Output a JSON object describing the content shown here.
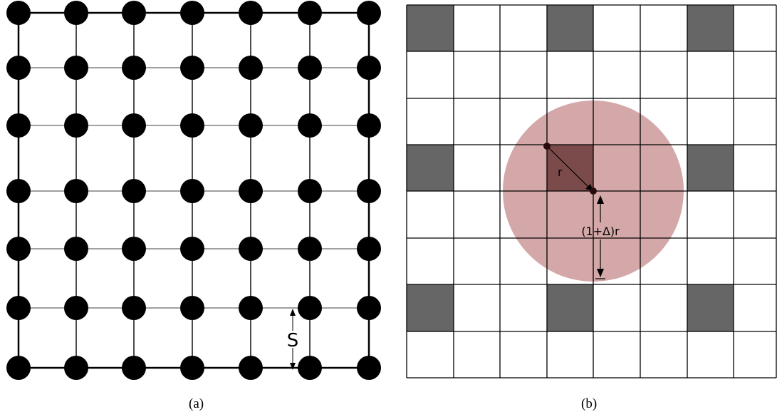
{
  "panel_a": {
    "caption": "(a)",
    "grid_rows": 7,
    "grid_cols": 7,
    "spacing_label": "S",
    "colors": {
      "node": "#000000",
      "edge": "#000000"
    }
  },
  "panel_b": {
    "caption": "(b)",
    "grid_rows": 8,
    "grid_cols": 8,
    "shaded_cells": [
      [
        0,
        0
      ],
      [
        0,
        3
      ],
      [
        0,
        6
      ],
      [
        3,
        0
      ],
      [
        3,
        6
      ],
      [
        6,
        0
      ],
      [
        6,
        3
      ],
      [
        6,
        6
      ],
      [
        3,
        3
      ]
    ],
    "radius_label": "r",
    "outer_radius_label": "(1+∆)r",
    "colors": {
      "shaded_cell": "#666666",
      "circle_fill": "#c48686",
      "center_cell": "#6b3b3b",
      "grid_line": "#000000"
    }
  }
}
